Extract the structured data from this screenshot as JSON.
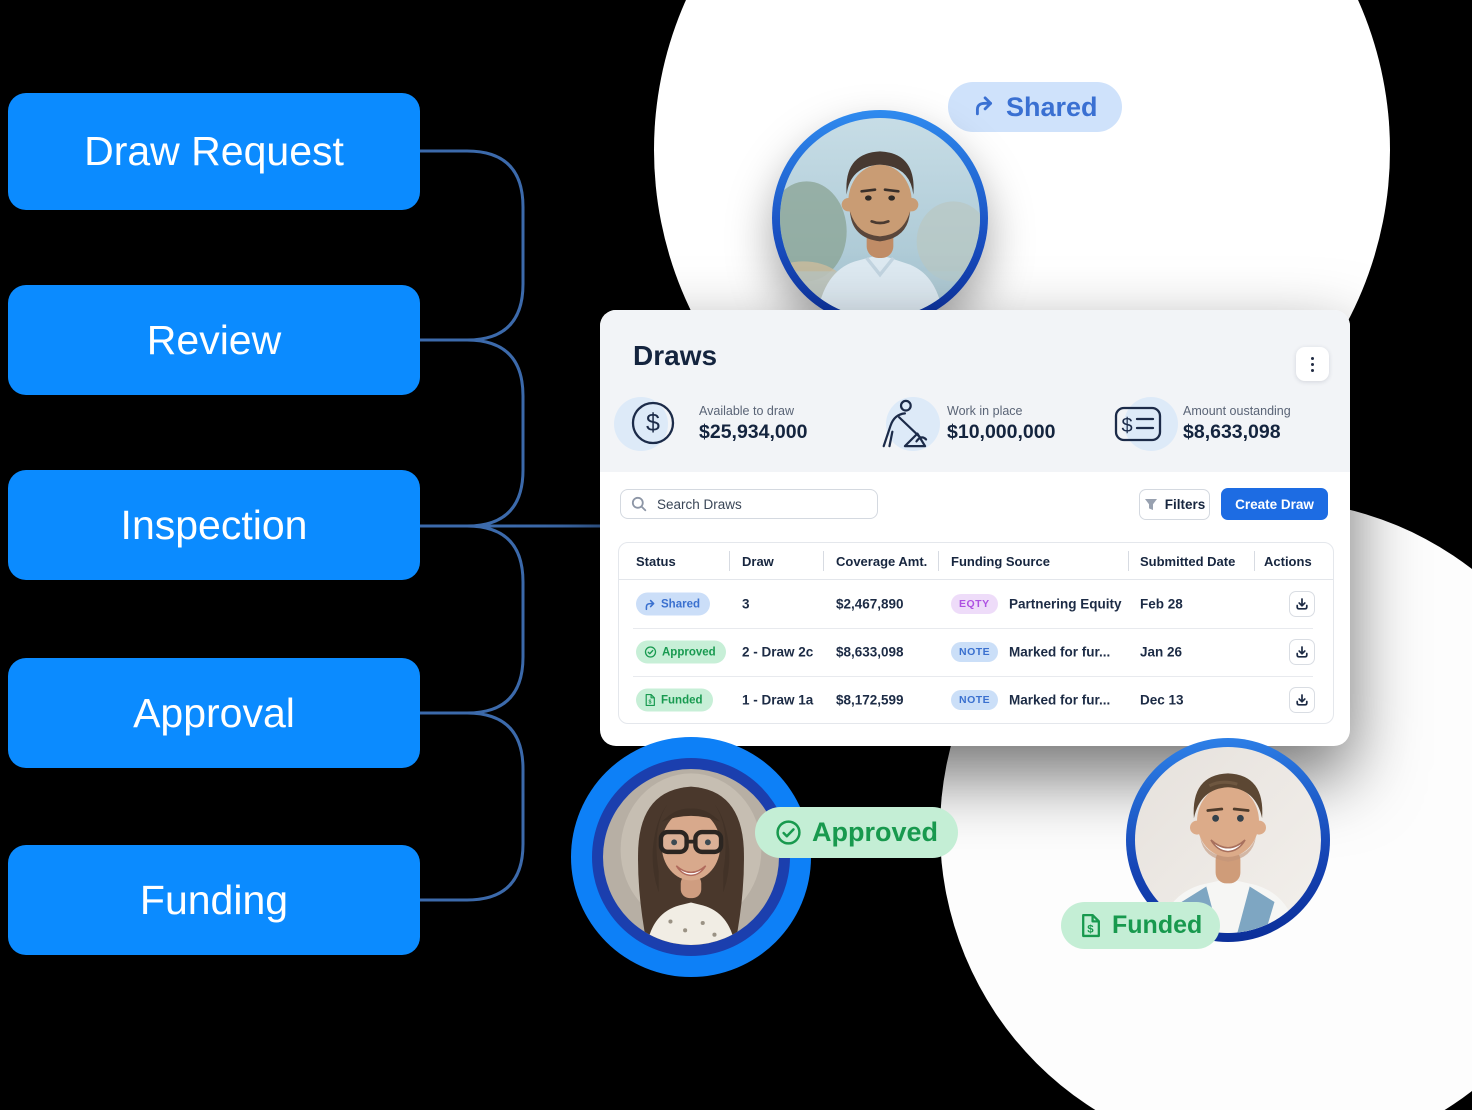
{
  "flow": {
    "steps": [
      {
        "label": "Draw Request"
      },
      {
        "label": "Review"
      },
      {
        "label": "Inspection"
      },
      {
        "label": "Approval"
      },
      {
        "label": "Funding"
      }
    ]
  },
  "badges": {
    "shared": "Shared",
    "approved": "Approved",
    "funded": "Funded"
  },
  "card": {
    "title": "Draws",
    "stats": [
      {
        "icon": "coin-icon",
        "label": "Available to draw",
        "value": "$25,934,000"
      },
      {
        "icon": "worker-icon",
        "label": "Work in place",
        "value": "$10,000,000"
      },
      {
        "icon": "invoice-icon",
        "label": "Amount oustanding",
        "value": "$8,633,098"
      }
    ],
    "search": {
      "placeholder": "Search Draws"
    },
    "toolbar": {
      "filters_label": "Filters",
      "create_label": "Create Draw"
    },
    "table": {
      "columns": [
        "Status",
        "Draw",
        "Coverage Amt.",
        "Funding Source",
        "Submitted Date",
        "Actions"
      ],
      "rows": [
        {
          "status": "Shared",
          "draw": "3",
          "coverage": "$2,467,890",
          "tag": "EQTY",
          "source": "Partnering Equity",
          "date": "Feb 28"
        },
        {
          "status": "Approved",
          "draw": "2 - Draw 2c",
          "coverage": "$8,633,098",
          "tag": "NOTE",
          "source": "Marked for fur...",
          "date": "Jan 26"
        },
        {
          "status": "Funded",
          "draw": "1 - Draw 1a",
          "coverage": "$8,172,599",
          "tag": "NOTE",
          "source": "Marked for fur...",
          "date": "Dec 13"
        }
      ]
    }
  },
  "colors": {
    "accent_blue": "#0b8bff",
    "royal_blue": "#1d6ce3",
    "navy_text": "#15243e",
    "connector_line": "#3c6aab",
    "green_badge_bg": "#c4eed5",
    "green_badge_text": "#18994e",
    "blue_badge_bg": "#cfe2fb",
    "blue_badge_text": "#3a70d2",
    "eqty_bg": "#eedcf9",
    "eqty_text": "#ae52e2"
  }
}
